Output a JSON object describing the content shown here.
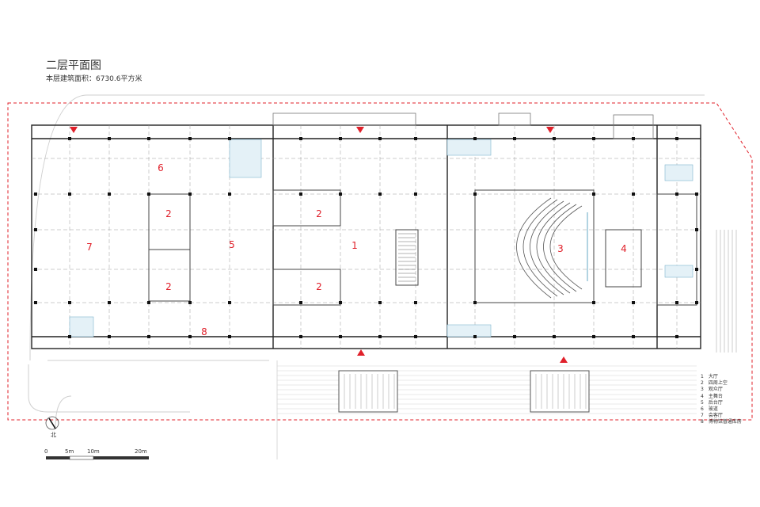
{
  "header": {
    "title": "二层平面图",
    "area": "本层建筑面积：6730.6平方米"
  },
  "rooms": [
    {
      "label": "1"
    },
    {
      "label": "2"
    },
    {
      "label": "2"
    },
    {
      "label": "2"
    },
    {
      "label": "2"
    },
    {
      "label": "3"
    },
    {
      "label": "4"
    },
    {
      "label": "5"
    },
    {
      "label": "6"
    },
    {
      "label": "7"
    },
    {
      "label": "8"
    }
  ],
  "legend": {
    "items": [
      {
        "num": "1",
        "text": "大厅"
      },
      {
        "num": "2",
        "text": "四周上空"
      },
      {
        "num": "3",
        "text": "观众厅"
      },
      {
        "num": "4",
        "text": "主舞台"
      },
      {
        "num": "5",
        "text": "后台厅"
      },
      {
        "num": "6",
        "text": "玻道"
      },
      {
        "num": "7",
        "text": "会客厅"
      },
      {
        "num": "8",
        "text": "博物馆普通库房"
      }
    ]
  },
  "scale": {
    "ticks": [
      "0",
      "5m",
      "10m",
      "20m"
    ]
  },
  "north": {
    "label": "北"
  },
  "colors": {
    "room_label": "#e0202a",
    "boundary": "#e0202a",
    "wall": "#222222",
    "grid": "#9a9a9a",
    "glass": "#7fb6cf"
  }
}
